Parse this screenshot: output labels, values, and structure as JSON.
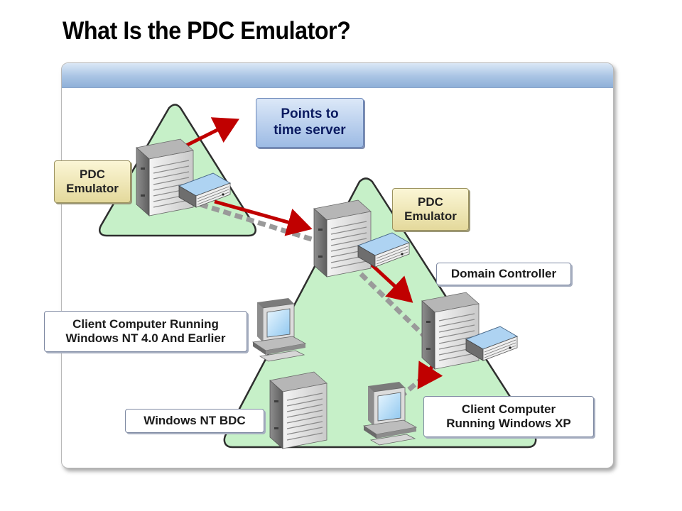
{
  "slide": {
    "title": "What Is the PDC Emulator?"
  },
  "labels": {
    "time_server": [
      "Points to",
      "time server"
    ],
    "pdc_forest_root": [
      "PDC",
      "Emulator"
    ],
    "pdc_child_domain": [
      "PDC",
      "Emulator"
    ],
    "domain_controller": [
      "Domain Controller"
    ],
    "client_nt4": [
      "Client Computer Running",
      "Windows NT 4.0 And Earlier"
    ],
    "nt_bdc": [
      "Windows NT BDC"
    ],
    "client_xp": [
      "Client Computer",
      "Running Windows XP"
    ]
  },
  "icons": {
    "servers": [
      "server-pdc-root-icon",
      "server-pdc-child-icon",
      "server-domain-controller-icon",
      "server-nt-bdc-icon"
    ],
    "computers": [
      "computer-nt4-client-icon",
      "computer-xp-client-icon"
    ]
  },
  "colors": {
    "domain_triangle_fill": "#c6f0c8",
    "time_arrow": "#c00000",
    "replication_dash": "#9a9a9a",
    "panel_header": "#a9c4e4",
    "time_label": "#0a1a60"
  }
}
